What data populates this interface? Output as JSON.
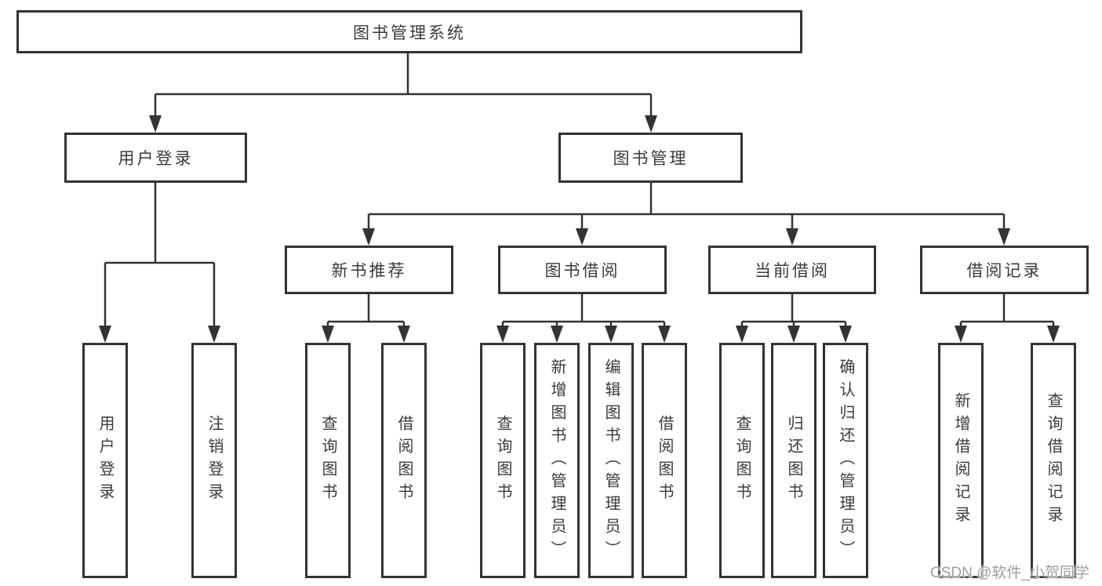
{
  "diagram_type": "hierarchy-tree",
  "colors": {
    "background": "#ffffff",
    "box_border": "#333333",
    "connector_line": "#333333",
    "text": "#3a3a3a",
    "watermark_text": "#9e9e9e"
  },
  "tree": {
    "label": "图书管理系统",
    "children": [
      {
        "label": "用户登录",
        "children": [
          {
            "label": "用户登录"
          },
          {
            "label": "注销登录"
          }
        ]
      },
      {
        "label": "图书管理",
        "children": [
          {
            "label": "新书推荐",
            "children": [
              {
                "label": "查询图书"
              },
              {
                "label": "借阅图书"
              }
            ]
          },
          {
            "label": "图书借阅",
            "children": [
              {
                "label": "查询图书"
              },
              {
                "label": "新增图书（管理员）"
              },
              {
                "label": "编辑图书（管理员）"
              },
              {
                "label": "借阅图书"
              }
            ]
          },
          {
            "label": "当前借阅",
            "children": [
              {
                "label": "查询图书"
              },
              {
                "label": "归还图书"
              },
              {
                "label": "确认归还（管理员）"
              }
            ]
          },
          {
            "label": "借阅记录",
            "children": [
              {
                "label": "新增借阅记录"
              },
              {
                "label": "查询借阅记录"
              }
            ]
          }
        ]
      }
    ]
  },
  "watermark": {
    "text": "CSDN @软件_小贺同学"
  }
}
